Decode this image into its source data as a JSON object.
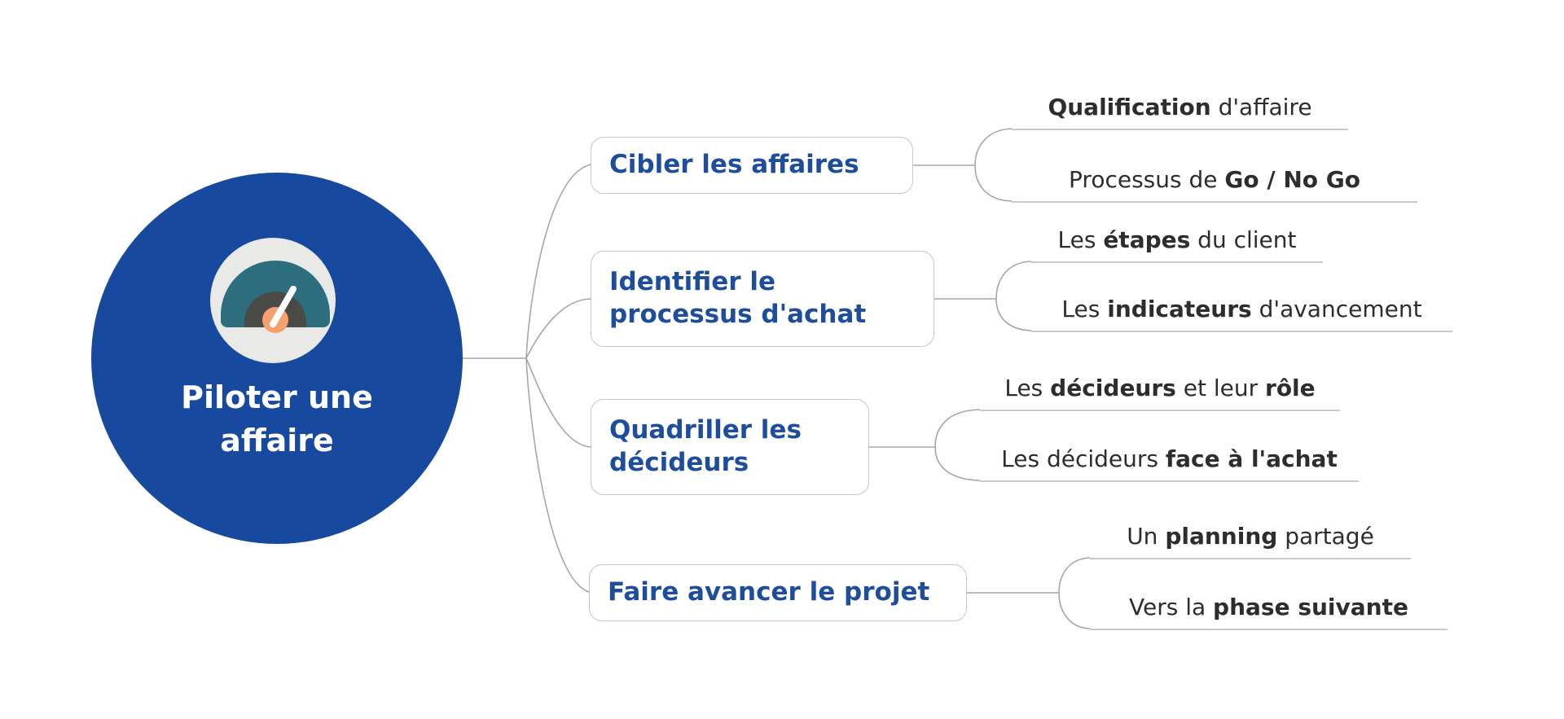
{
  "central": {
    "icon": "gauge-icon",
    "title_lines": [
      "Piloter une",
      "affaire"
    ]
  },
  "branches": [
    {
      "label": "Cibler les affaires",
      "children": [
        {
          "segments": [
            {
              "text": "Qualification",
              "bold": true
            },
            {
              "text": " d'affaire",
              "bold": false
            }
          ]
        },
        {
          "segments": [
            {
              "text": "Processus de ",
              "bold": false
            },
            {
              "text": "Go / No Go",
              "bold": true
            }
          ]
        }
      ]
    },
    {
      "label": "Identifier le processus d'achat",
      "children": [
        {
          "segments": [
            {
              "text": "Les ",
              "bold": false
            },
            {
              "text": "étapes",
              "bold": true
            },
            {
              "text": " du client",
              "bold": false
            }
          ]
        },
        {
          "segments": [
            {
              "text": "Les ",
              "bold": false
            },
            {
              "text": "indicateurs",
              "bold": true
            },
            {
              "text": " d'avancement",
              "bold": false
            }
          ]
        }
      ]
    },
    {
      "label": "Quadriller les décideurs",
      "children": [
        {
          "segments": [
            {
              "text": "Les ",
              "bold": false
            },
            {
              "text": "décideurs",
              "bold": true
            },
            {
              "text": " et leur ",
              "bold": false
            },
            {
              "text": "rôle",
              "bold": true
            }
          ]
        },
        {
          "segments": [
            {
              "text": "Les décideurs ",
              "bold": false
            },
            {
              "text": "face à l'achat",
              "bold": true
            }
          ]
        }
      ]
    },
    {
      "label": "Faire avancer le projet",
      "children": [
        {
          "segments": [
            {
              "text": "Un ",
              "bold": false
            },
            {
              "text": "planning",
              "bold": true
            },
            {
              "text": " partagé",
              "bold": false
            }
          ]
        },
        {
          "segments": [
            {
              "text": "Vers la ",
              "bold": false
            },
            {
              "text": "phase suivante",
              "bold": true
            }
          ]
        }
      ]
    }
  ],
  "colors": {
    "central_bg": "#17499e",
    "branch_text": "#1d4d9b",
    "box_border": "#c6c6c6",
    "connector": "#a6a6a6",
    "child_text": "#2d2d2d",
    "underline": "#c9c9c9",
    "gauge_face": "#e9e9e7",
    "gauge_arc": "#2d6e7e",
    "gauge_inner": "#4a4a47",
    "gauge_hub": "#f5a06e",
    "gauge_needle": "#ffffff"
  }
}
